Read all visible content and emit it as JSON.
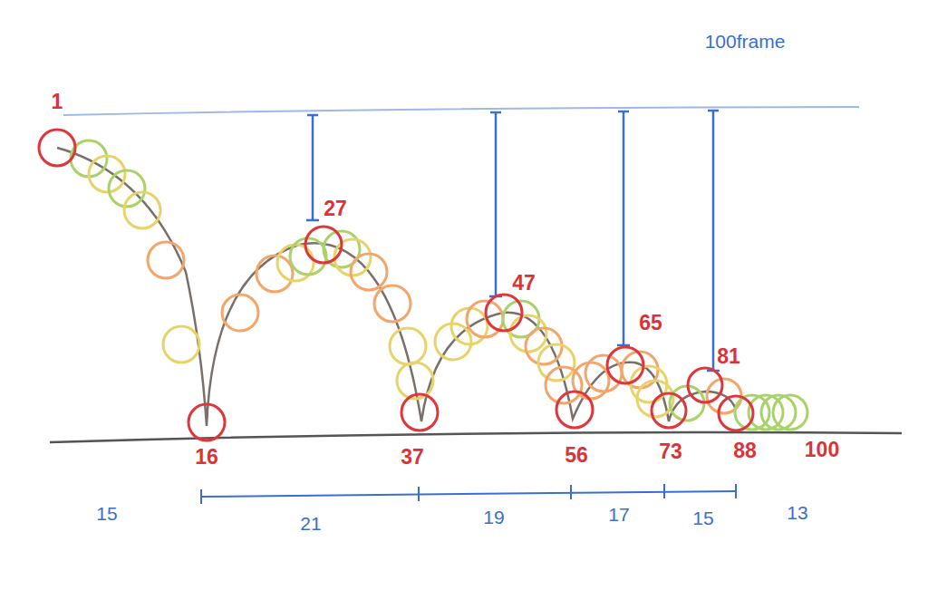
{
  "diagram": {
    "labels": [
      "100frame",
      "1",
      "27",
      "47",
      "65",
      "81",
      "16",
      "37",
      "56",
      "73",
      "88",
      "100",
      "15",
      "21",
      "19",
      "17",
      "15",
      "13"
    ]
  }
}
